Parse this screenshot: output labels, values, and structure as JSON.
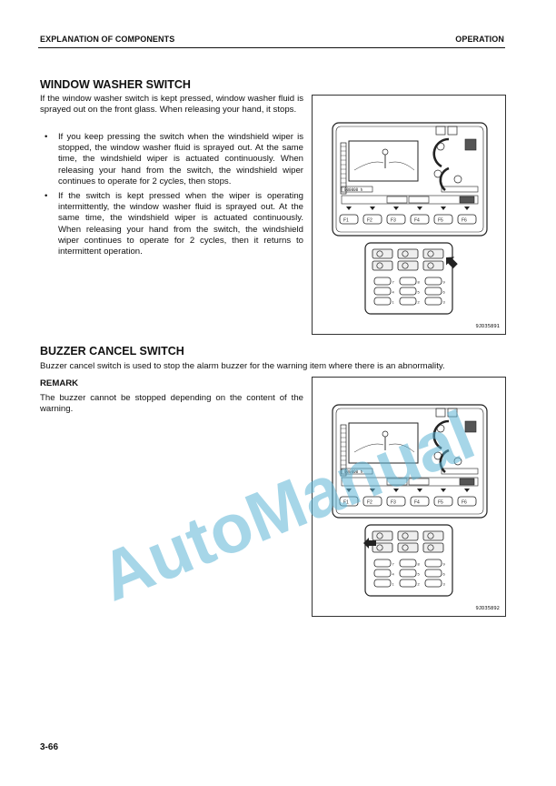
{
  "header": {
    "left": "EXPLANATION OF COMPONENTS",
    "right": "OPERATION"
  },
  "section1": {
    "title": "WINDOW WASHER SWITCH",
    "intro": "If the window washer switch is kept pressed, window washer fluid is sprayed out on the front glass. When releasing your hand, it stops.",
    "bullets": [
      "If you keep pressing the switch when the windshield wiper is stopped, the window washer fluid is sprayed out. At the same time, the windshield wiper is actuated continuously. When releasing your hand from the switch, the windshield wiper continues to operate for 2 cycles, then stops.",
      "If the switch is kept pressed when the wiper is operating intermittently, the window washer fluid is sprayed out. At the same time, the windshield wiper is actuated continuously. When releasing your hand from the switch, the windshield wiper continues to operate for 2 cycles, then it returns to intermittent operation."
    ],
    "figure_id": "9JD35891"
  },
  "section2": {
    "title": "BUZZER CANCEL SWITCH",
    "intro": "Buzzer cancel switch is used to stop the alarm buzzer for the warning item where there is an abnormality.",
    "remark_label": "REMARK",
    "remark_text": "The buzzer cannot be stopped depending on the content of the warning.",
    "figure_id": "9JD35892"
  },
  "monitor": {
    "fkeys": [
      "F1",
      "F2",
      "F3",
      "F4",
      "F5",
      "F6"
    ],
    "keypad_numbers": [
      "7",
      "8",
      "9",
      "4",
      "5",
      "6",
      "1",
      "2",
      "3"
    ],
    "hours": "000000 h"
  },
  "watermark": "AutoManual",
  "page_number": "3-66"
}
